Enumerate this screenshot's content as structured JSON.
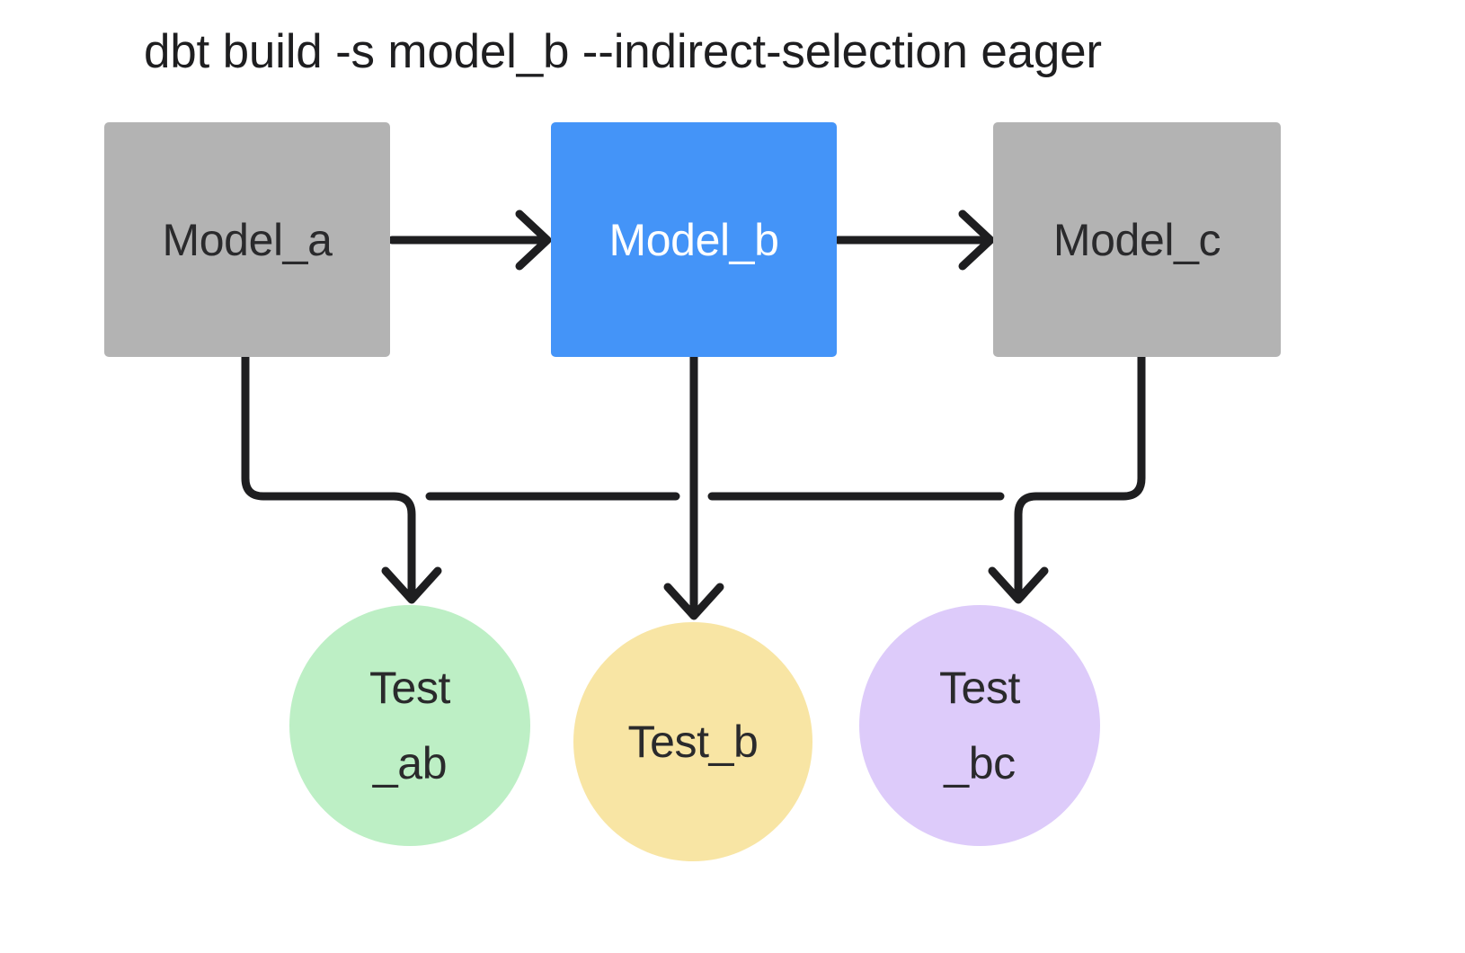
{
  "diagram": {
    "title": "dbt build -s model_b --indirect-selection eager",
    "background": "#ffffff",
    "line_color": "#1e1e20",
    "line_width": 9
  },
  "models": [
    {
      "id": "model-a",
      "label": "Model_a",
      "shape": "rectangle",
      "fill": "#b3b3b3",
      "text_color": "#2a2a2c",
      "selected": false
    },
    {
      "id": "model-b",
      "label": "Model_b",
      "shape": "rectangle",
      "fill": "#4494f8",
      "text_color": "#ffffff",
      "selected": true
    },
    {
      "id": "model-c",
      "label": "Model_c",
      "shape": "rectangle",
      "fill": "#b3b3b3",
      "text_color": "#2a2a2c",
      "selected": false
    }
  ],
  "tests": [
    {
      "id": "test-ab",
      "shape": "circle",
      "fill": "#bdefc5",
      "text_color": "#2a2a2c",
      "line1": "Test",
      "line2": "_ab"
    },
    {
      "id": "test-b",
      "shape": "circle",
      "fill": "#f8e5a4",
      "text_color": "#2a2a2c",
      "line1": "Test_b",
      "line2": ""
    },
    {
      "id": "test-bc",
      "shape": "circle",
      "fill": "#ddcbfa",
      "text_color": "#2a2a2c",
      "line1": "Test",
      "line2": "_bc"
    }
  ],
  "edges": [
    {
      "from": "model-a",
      "to": "model-b",
      "style": "straight-arrow"
    },
    {
      "from": "model-b",
      "to": "model-c",
      "style": "straight-arrow"
    },
    {
      "from": "model-a",
      "to": "test-ab",
      "style": "orthogonal-arrow"
    },
    {
      "from": "model-b",
      "to": "test-ab",
      "style": "orthogonal-arrow"
    },
    {
      "from": "model-b",
      "to": "test-b",
      "style": "orthogonal-arrow"
    },
    {
      "from": "model-b",
      "to": "test-bc",
      "style": "orthogonal-arrow"
    },
    {
      "from": "model-c",
      "to": "test-bc",
      "style": "orthogonal-arrow"
    }
  ]
}
